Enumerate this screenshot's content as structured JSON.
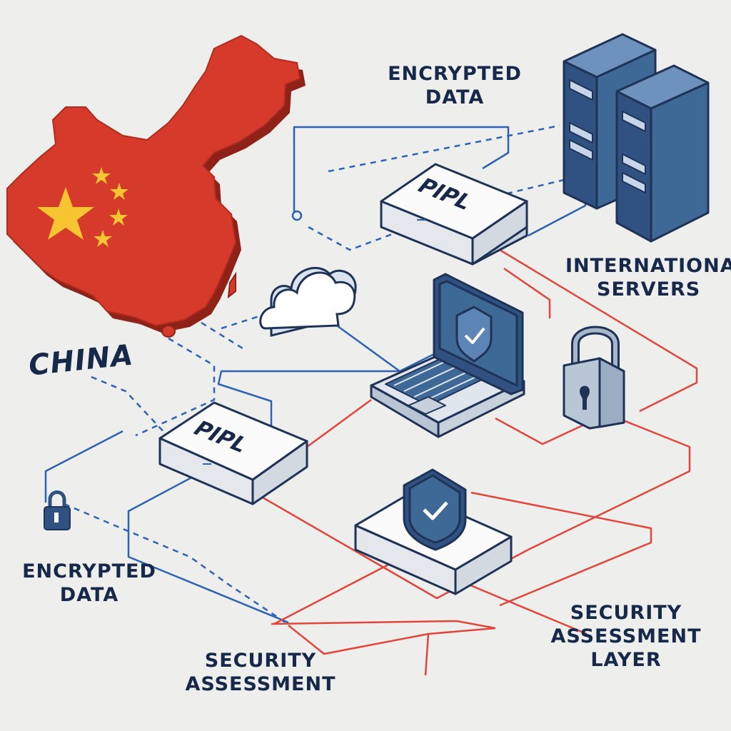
{
  "labels": {
    "china": "CHINA",
    "encrypted_top": [
      "ENCRYPTED",
      "DATA"
    ],
    "international_servers": [
      "INTERNATIONAL",
      "SERVERS"
    ],
    "encrypted_bottom": [
      "ENCRYPTED",
      "DATA"
    ],
    "security_assessment": [
      "SECURITY",
      "ASSESSMENT"
    ],
    "security_assessment_layer": [
      "SECURITY",
      "ASSESSMENT",
      "LAYER"
    ]
  },
  "pipl_boxes": [
    {
      "text": "PIPL"
    },
    {
      "text": "PIPL"
    }
  ],
  "colors": {
    "background": "#eeeeec",
    "navy_text": "#16294a",
    "china_red": "#d63a2a",
    "star_yellow": "#f6c531",
    "server_blue": "#3e6997",
    "blue_line": "#2c63b5",
    "red_line": "#e0463c"
  },
  "icons": [
    "china-map-icon",
    "server-rack-icon",
    "cloud-icon",
    "laptop-icon",
    "shield-check-icon",
    "padlock-icon"
  ]
}
